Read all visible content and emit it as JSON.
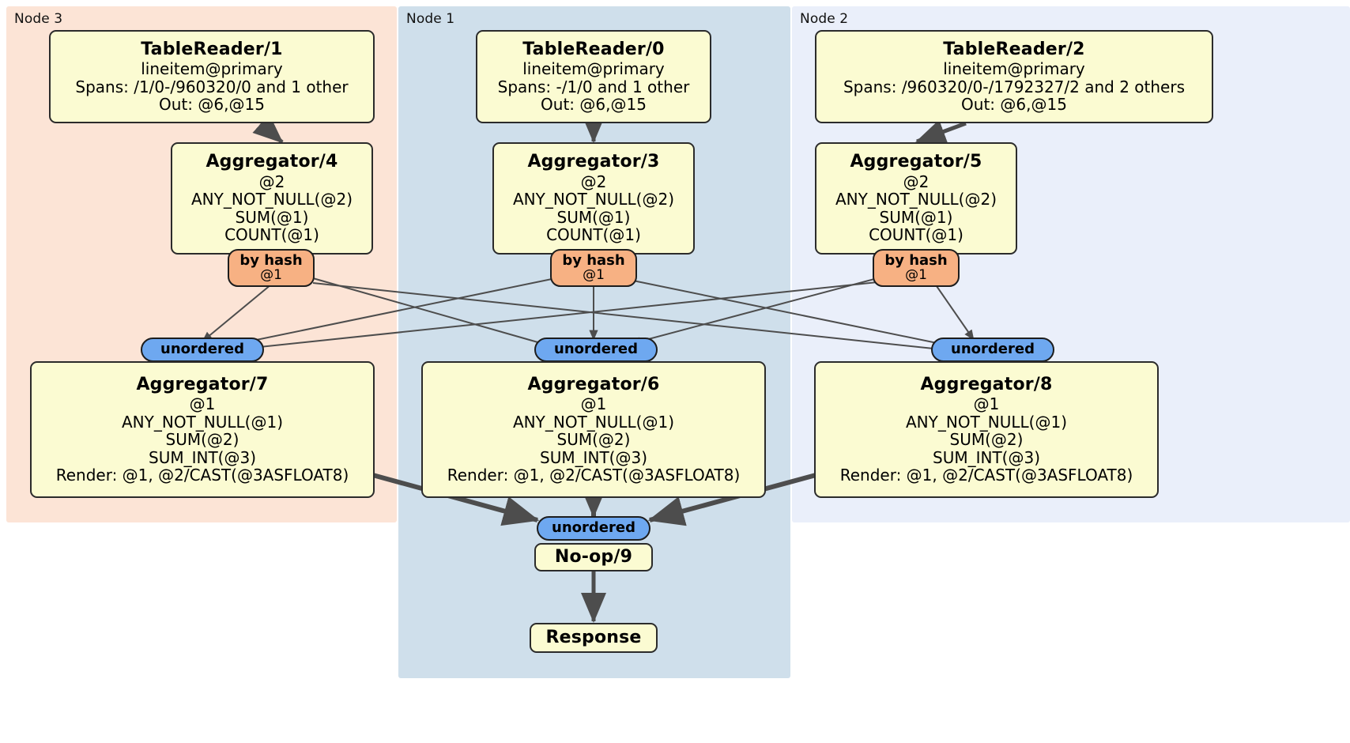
{
  "diagram": {
    "type": "distributed-query-execution-plan",
    "regions": [
      {
        "id": "node3",
        "label": "Node 3",
        "color": "#fce4d6"
      },
      {
        "id": "node1",
        "label": "Node 1",
        "color": "#cfdfeb"
      },
      {
        "id": "node2",
        "label": "Node 2",
        "color": "#eaeffa"
      }
    ],
    "processors": {
      "table_reader_1": {
        "title": "TableReader/1",
        "lines": [
          "lineitem@primary",
          "Spans: /1/0-/960320/0 and 1 other",
          "Out: @6,@15"
        ]
      },
      "table_reader_0": {
        "title": "TableReader/0",
        "lines": [
          "lineitem@primary",
          "Spans: -/1/0 and 1 other",
          "Out: @6,@15"
        ]
      },
      "table_reader_2": {
        "title": "TableReader/2",
        "lines": [
          "lineitem@primary",
          "Spans: /960320/0-/1792327/2 and 2 others",
          "Out: @6,@15"
        ]
      },
      "aggregator_4": {
        "title": "Aggregator/4",
        "lines": [
          "@2",
          "ANY_NOT_NULL(@2)",
          "SUM(@1)",
          "COUNT(@1)"
        ]
      },
      "aggregator_3": {
        "title": "Aggregator/3",
        "lines": [
          "@2",
          "ANY_NOT_NULL(@2)",
          "SUM(@1)",
          "COUNT(@1)"
        ]
      },
      "aggregator_5": {
        "title": "Aggregator/5",
        "lines": [
          "@2",
          "ANY_NOT_NULL(@2)",
          "SUM(@1)",
          "COUNT(@1)"
        ]
      },
      "aggregator_7": {
        "title": "Aggregator/7",
        "lines": [
          "@1",
          "ANY_NOT_NULL(@1)",
          "SUM(@2)",
          "SUM_INT(@3)",
          "Render: @1, @2/CAST(@3ASFLOAT8)"
        ]
      },
      "aggregator_6": {
        "title": "Aggregator/6",
        "lines": [
          "@1",
          "ANY_NOT_NULL(@1)",
          "SUM(@2)",
          "SUM_INT(@3)",
          "Render: @1, @2/CAST(@3ASFLOAT8)"
        ]
      },
      "aggregator_8": {
        "title": "Aggregator/8",
        "lines": [
          "@1",
          "ANY_NOT_NULL(@1)",
          "SUM(@2)",
          "SUM_INT(@3)",
          "Render: @1, @2/CAST(@3ASFLOAT8)"
        ]
      },
      "noop_9": {
        "title": "No-op/9"
      },
      "response": {
        "title": "Response"
      }
    },
    "routers": {
      "hash_left": {
        "type": "by hash",
        "column": "@1"
      },
      "hash_center": {
        "type": "by hash",
        "column": "@1"
      },
      "hash_right": {
        "type": "by hash",
        "column": "@1"
      }
    },
    "synchronizers": {
      "sync_left": {
        "label": "unordered"
      },
      "sync_center": {
        "label": "unordered"
      },
      "sync_right": {
        "label": "unordered"
      },
      "sync_final": {
        "label": "unordered"
      }
    },
    "colors": {
      "processor_fill": "#fbfbd2",
      "processor_stroke": "#2b2b2b",
      "hash_router_fill": "#f7b183",
      "synchronizer_fill": "#6ea8f0",
      "edge": "#4d4d4d",
      "node3_fill": "#fce4d6",
      "node1_fill": "#cfdfeb",
      "node2_fill": "#eaeffa"
    }
  }
}
